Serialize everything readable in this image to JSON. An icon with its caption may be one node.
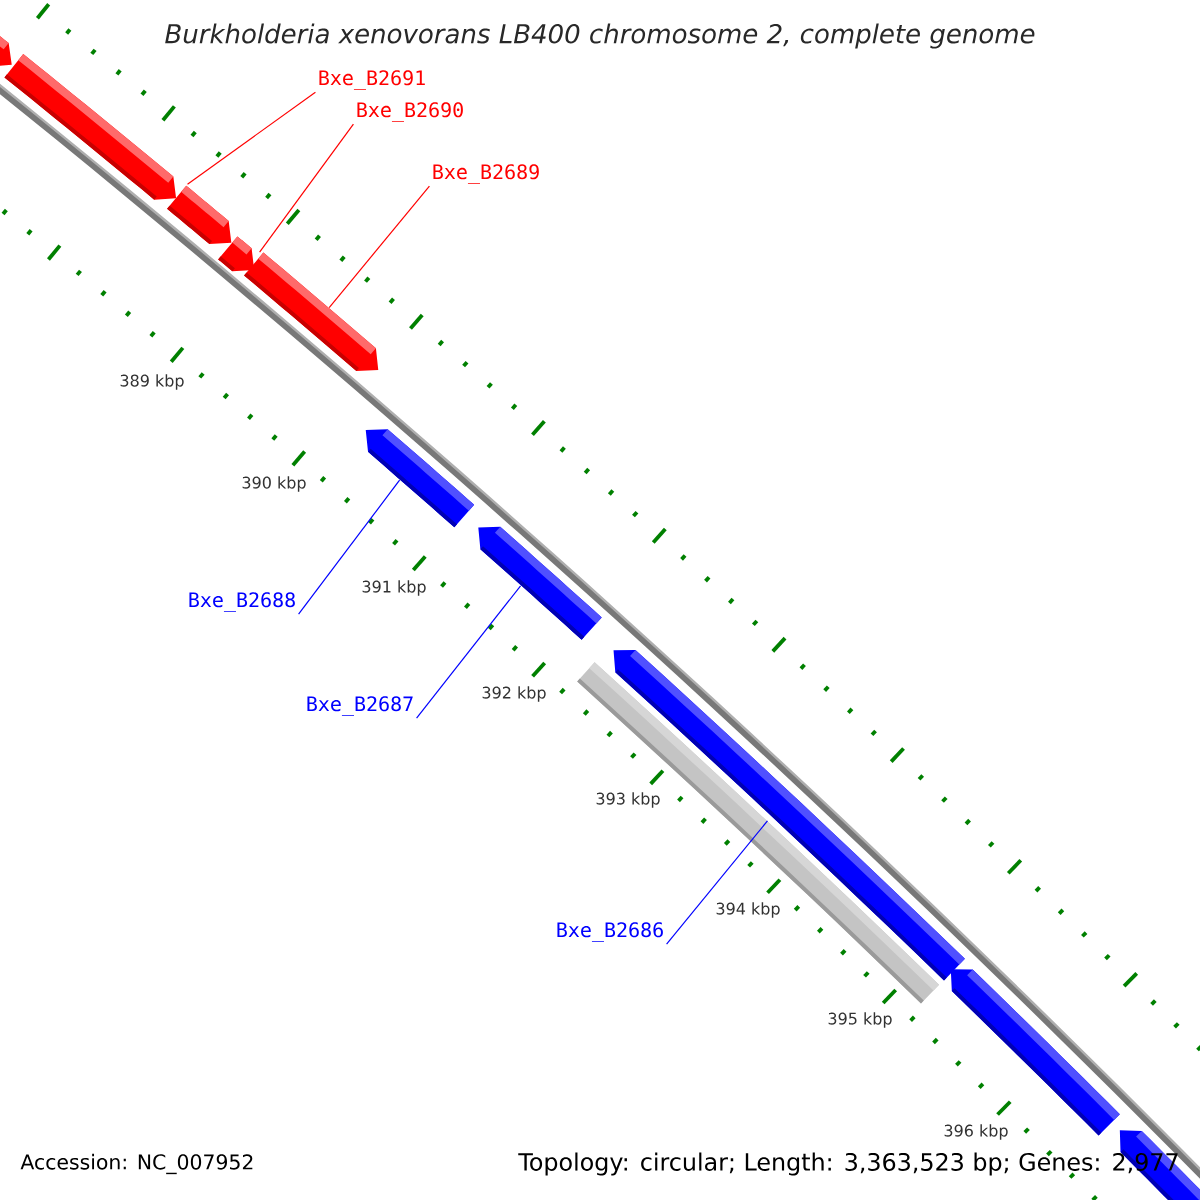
{
  "diagram": {
    "title": "Burkholderia xenovorans LB400 chromosome 2, complete genome",
    "nodes": [
      {
        "text": [],
        "shape": "arrow"
      },
      {
        "text": [],
        "shape": "arrow"
      },
      {
        "text": [],
        "shape": "arrow"
      },
      {
        "text": [],
        "shape": "arrow"
      },
      {
        "text": [],
        "shape": "arrow"
      },
      {
        "text": [],
        "shape": "arrow"
      },
      {
        "text": [],
        "shape": "arrow"
      },
      {
        "text": [],
        "shape": "bar"
      },
      {
        "text": [],
        "shape": "arrow"
      },
      {
        "text": [],
        "shape": "arrow"
      },
      {
        "text": [],
        "shape": "arrow"
      },
      {
        "text": [
          "Bxe_B2691"
        ]
      },
      {
        "text": [
          "Bxe_B2690"
        ]
      },
      {
        "text": [
          "Bxe_B2689"
        ]
      },
      {
        "text": [
          "Bxe_B2688"
        ]
      },
      {
        "text": [
          "Bxe_B2687"
        ]
      },
      {
        "text": [
          "Bxe_B2686"
        ]
      }
    ],
    "edges": [
      {
        "from": 11,
        "to": 1,
        "arrow": "none",
        "color": "#ff0000"
      },
      {
        "from": 12,
        "to": 3,
        "arrow": "none",
        "color": "#ff0000"
      },
      {
        "from": 13,
        "to": 4,
        "arrow": "none",
        "color": "#ff0000"
      },
      {
        "from": 14,
        "to": 5,
        "arrow": "none",
        "color": "#0000ff"
      },
      {
        "from": 15,
        "to": 6,
        "arrow": "none",
        "color": "#0000ff"
      },
      {
        "from": 16,
        "to": 7,
        "arrow": "none",
        "color": "#0000ff"
      }
    ],
    "labels": [
      "389 kbp",
      "390 kbp",
      "391 kbp",
      "392 kbp",
      "393 kbp",
      "394 kbp",
      "395 kbp",
      "396 kbp",
      "Accession: NC_007952",
      "Topology: circular; Length: 3,363,523 bp; Genes: 2,977"
    ]
  }
}
